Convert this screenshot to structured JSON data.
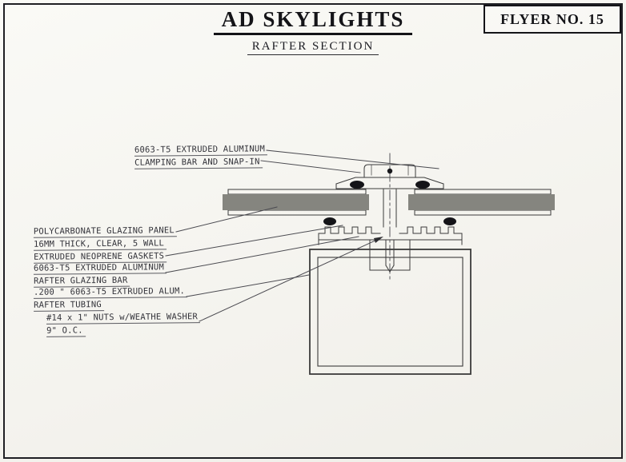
{
  "colors": {
    "ink": "#141418",
    "line": "#3b3b3b",
    "paper": "#f7f6f1"
  },
  "header": {
    "title": "AD SKYLIGHTS",
    "subtitle": "RAFTER SECTION"
  },
  "flyer_box": {
    "label": "FLYER NO. 15"
  },
  "drawing": {
    "labels": [
      {
        "id": "clamping-bar",
        "lines": [
          "6063-T5 EXTRUDED ALUMINUM",
          "CLAMPING BAR AND SNAP-IN"
        ]
      },
      {
        "id": "glazing-panel",
        "lines": [
          "POLYCARBONATE GLAZING PANEL",
          "16MM THICK, CLEAR, 5 WALL",
          "EXTRUDED NEOPRENE GASKETS"
        ]
      },
      {
        "id": "rafter-glazing-bar",
        "lines": [
          "6063-T5 EXTRUDED ALUMINUM",
          "RAFTER GLAZING BAR"
        ]
      },
      {
        "id": "rafter-tubing",
        "lines": [
          ".200 \" 6063-T5 EXTRUDED ALUM.",
          "RAFTER TUBING"
        ]
      },
      {
        "id": "fastener",
        "lines": [
          "#14 x 1\" NUTS w/WEATHE WASHER",
          "9\" O.C."
        ]
      }
    ]
  }
}
